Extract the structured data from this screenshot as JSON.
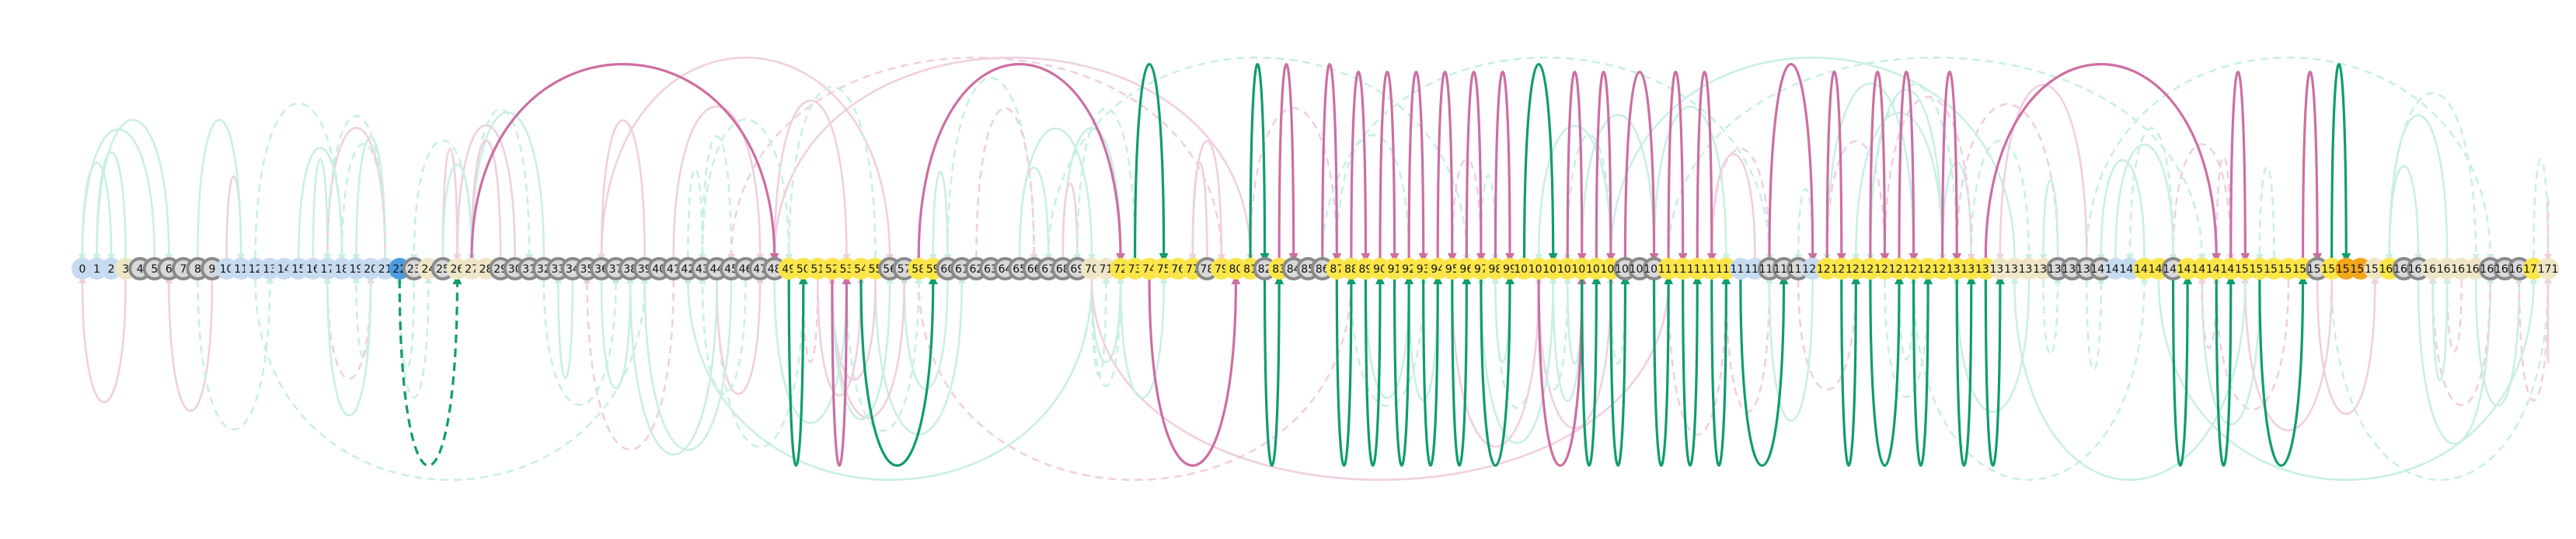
{
  "colors": {
    "node_light_blue": "#c6dbef",
    "node_blue": "#4a9ee0",
    "node_gray": "#d9d9d9",
    "node_gray_ring": "#8a8a8a",
    "node_yellow": "#fbe64a",
    "node_beige": "#efe6c8",
    "node_orange": "#f2a71b",
    "arc_mint": "#c9efe3",
    "arc_pink": "#f0cfe0",
    "arc_magenta": "#cc6fa3",
    "arc_green": "#109c6f"
  },
  "node_count": 172,
  "node_labels": [
    "0",
    "1",
    "2",
    "3",
    "4",
    "5",
    "6",
    "7",
    "8",
    "9",
    "10",
    "11",
    "12",
    "13",
    "14",
    "15",
    "16",
    "17",
    "18",
    "19",
    "20",
    "21",
    "22",
    "23",
    "24",
    "25",
    "26",
    "27",
    "28",
    "29",
    "30",
    "31",
    "32",
    "33",
    "34",
    "35",
    "36",
    "37",
    "38",
    "39",
    "40",
    "41",
    "42",
    "43",
    "44",
    "45",
    "46",
    "47",
    "48",
    "49",
    "50",
    "51",
    "52",
    "53",
    "54",
    "55",
    "56",
    "57",
    "58",
    "59",
    "60",
    "61",
    "62",
    "63",
    "64",
    "65",
    "66",
    "67",
    "68",
    "69",
    "70",
    "71",
    "72",
    "73",
    "74",
    "75",
    "76",
    "77",
    "78",
    "79",
    "80",
    "81",
    "82",
    "83",
    "84",
    "85",
    "86",
    "87",
    "88",
    "89",
    "90",
    "91",
    "92",
    "93",
    "94",
    "95",
    "96",
    "97",
    "98",
    "99",
    "100",
    "101",
    "102",
    "103",
    "104",
    "105",
    "106",
    "107",
    "108",
    "109",
    "110",
    "111",
    "112",
    "113",
    "114",
    "115",
    "116",
    "117",
    "118",
    "119",
    "120",
    "121",
    "122",
    "123",
    "124",
    "125",
    "126",
    "127",
    "128",
    "129",
    "130",
    "131",
    "132",
    "133",
    "134",
    "135",
    "136",
    "137",
    "138",
    "139",
    "140",
    "141",
    "142",
    "143",
    "144",
    "145",
    "146",
    "147",
    "148",
    "149",
    "150",
    "151",
    "152",
    "153",
    "154",
    "155",
    "156",
    "157",
    "158",
    "159",
    "160",
    "161",
    "162",
    "163",
    "164",
    "165",
    "166",
    "167",
    "168",
    "169",
    "170",
    "171"
  ],
  "node_styles": {
    "light": [
      0,
      1,
      2,
      10,
      11,
      12,
      13,
      14,
      15,
      16,
      17,
      18,
      19,
      20,
      21,
      115,
      116,
      120,
      141,
      142
    ],
    "blue": [
      22
    ],
    "ring": [
      4,
      5,
      6,
      7,
      8,
      9,
      23,
      25,
      29,
      30,
      31,
      32,
      33,
      34,
      35,
      36,
      37,
      38,
      39,
      40,
      41,
      42,
      43,
      44,
      45,
      46,
      47,
      48,
      56,
      57,
      60,
      61,
      62,
      63,
      64,
      65,
      66,
      67,
      68,
      69,
      78,
      82,
      84,
      85,
      86,
      107,
      108,
      109,
      117,
      118,
      119,
      137,
      138,
      139,
      140,
      145,
      155,
      161,
      162,
      167,
      168,
      169
    ],
    "yellow": [
      49,
      50,
      51,
      52,
      53,
      54,
      55,
      58,
      59,
      72,
      73,
      74,
      75,
      76,
      77,
      79,
      80,
      81,
      83,
      87,
      88,
      89,
      90,
      91,
      92,
      93,
      94,
      95,
      96,
      97,
      98,
      99,
      100,
      101,
      102,
      103,
      104,
      105,
      106,
      110,
      111,
      112,
      113,
      114,
      121,
      122,
      123,
      124,
      125,
      126,
      127,
      128,
      129,
      130,
      131,
      132,
      143,
      144,
      146,
      147,
      148,
      149,
      150,
      151,
      152,
      153,
      154,
      156,
      160,
      170
    ],
    "orange": [
      157,
      158
    ],
    "beige": [
      3,
      24,
      26,
      27,
      28,
      70,
      71,
      133,
      134,
      135,
      136,
      159,
      163,
      164,
      165,
      166,
      171
    ]
  }
}
